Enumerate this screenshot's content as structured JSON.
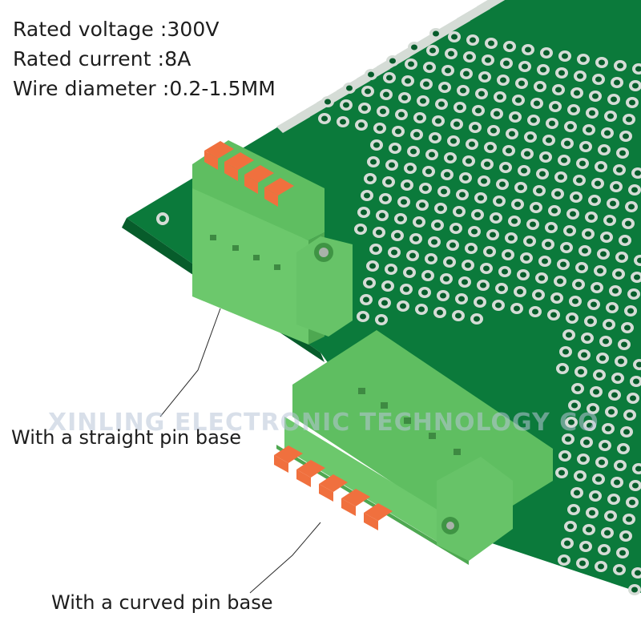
{
  "specs": {
    "rated_voltage": "Rated voltage :300V",
    "rated_current": "Rated current :8A",
    "wire_diameter": "Wire diameter :0.2-1.5MM"
  },
  "captions": {
    "straight": "With a straight pin base",
    "curved": "With a curved pin base"
  },
  "watermark": "XINLING ELECTRONIC TECHNOLOGY CO",
  "colors": {
    "pcb": "#0b7a3b",
    "pcb_dark": "#075c2b",
    "pad": "#d5dcd6",
    "connector_green": "#6cc86c",
    "connector_shadow": "#4ea851",
    "lever_orange": "#f0703e"
  }
}
